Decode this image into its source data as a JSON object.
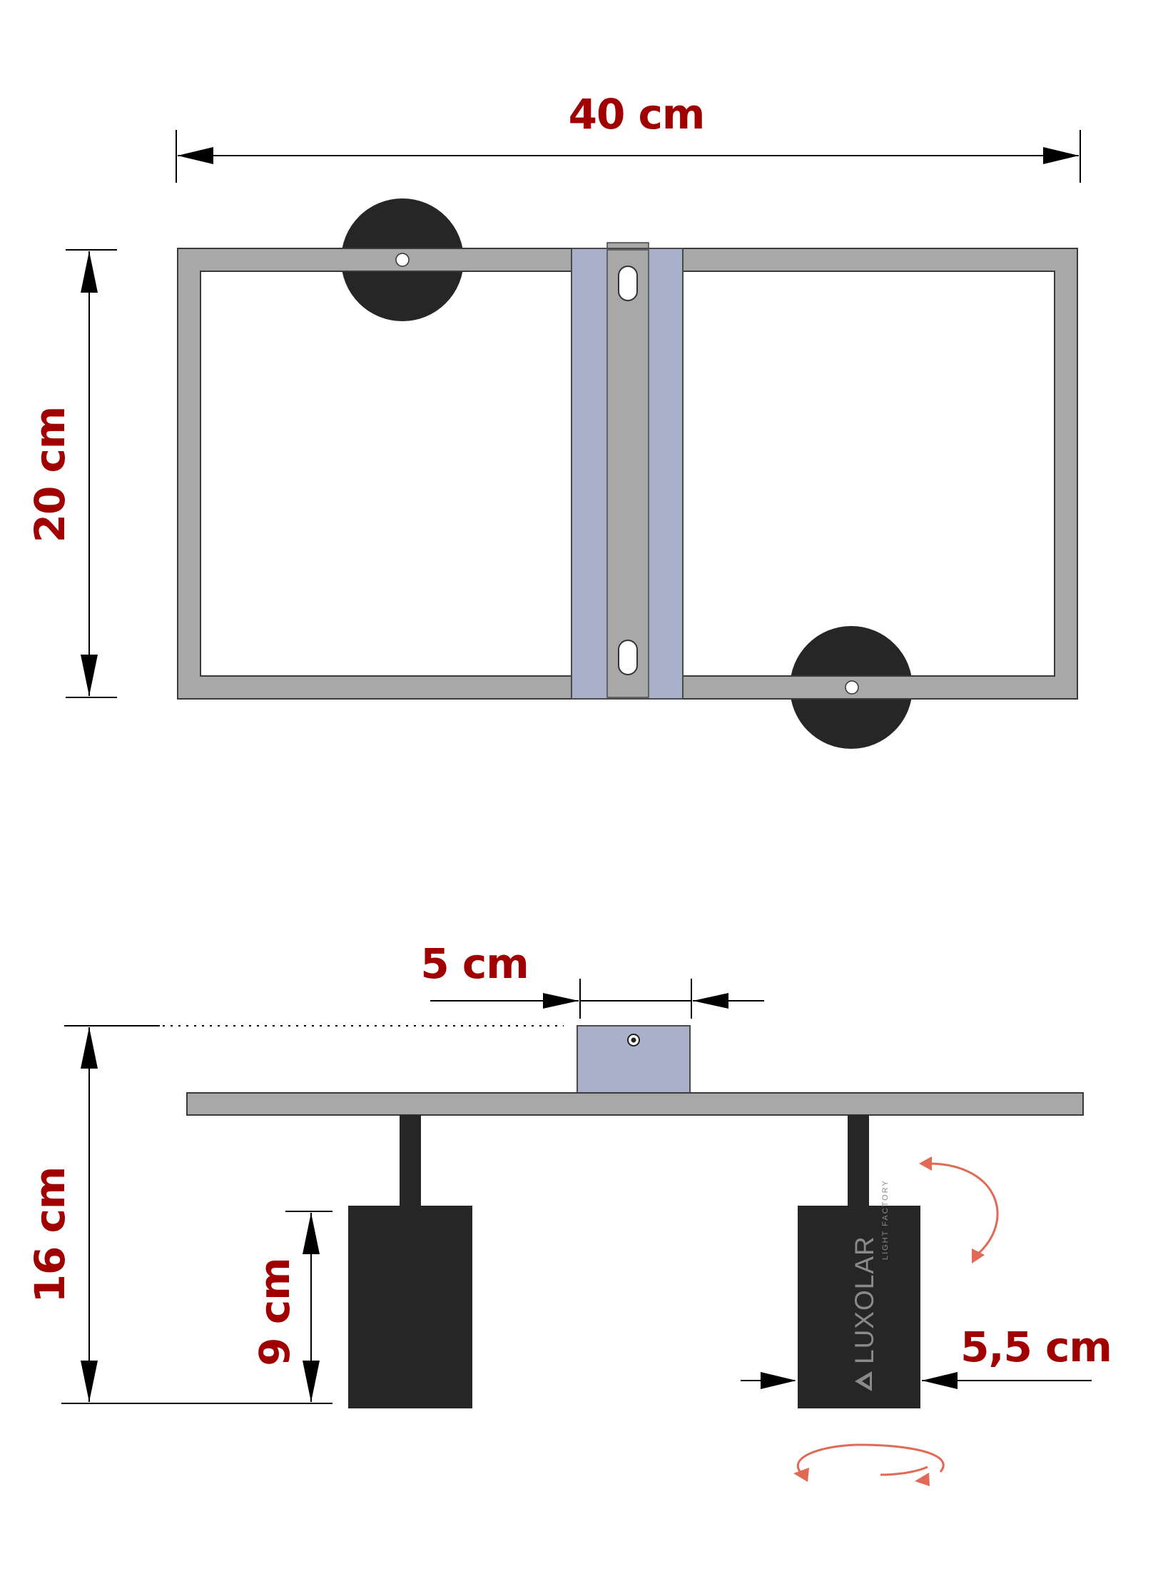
{
  "dimensions": {
    "width_top": "40 cm",
    "height_top": "20 cm",
    "mount_width": "5 cm",
    "total_height": "16 cm",
    "head_height": "9 cm",
    "head_diameter": "5,5 cm"
  },
  "brand": {
    "name": "LUXOLAR",
    "tagline": "LIGHT FACTORY"
  },
  "colors": {
    "label": "#a00000",
    "frame": "#a8a8a8",
    "plate": "#a9b0c9",
    "fixture": "#262626",
    "rotation_arrow": "#e06a55"
  },
  "icons": {
    "brand_logo": "triangle-logo-icon",
    "tilt_arrow": "curved-double-arrow-icon",
    "rotate_arrow": "rotation-arrow-icon"
  }
}
